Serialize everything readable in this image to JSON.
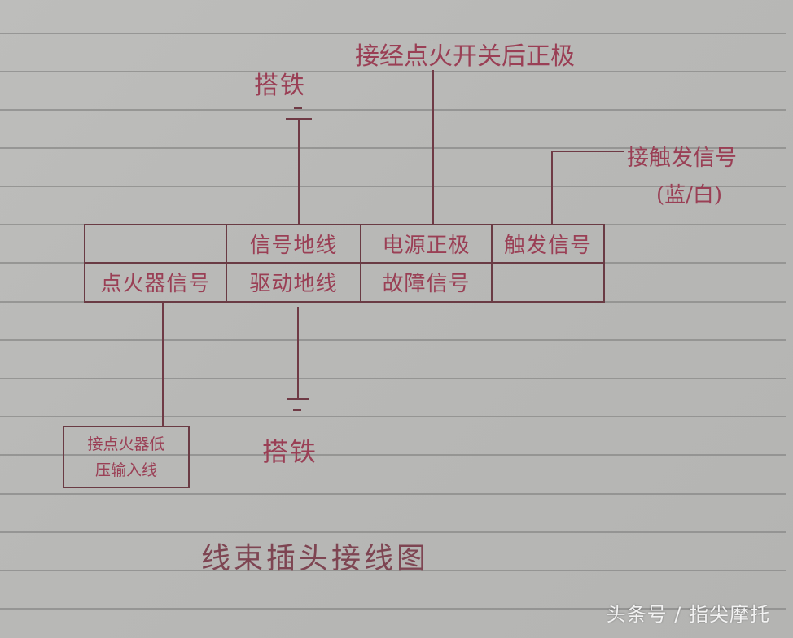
{
  "diagram": {
    "title": "线束插头接线图",
    "top_labels": {
      "ground_top": "搭铁",
      "ignition_switch_positive": "接经点火开关后正极",
      "trigger_signal": "接触发信号",
      "trigger_signal_color": "(蓝/白)"
    },
    "connector": {
      "rows": [
        [
          "",
          "信号地线",
          "电源正极",
          "触发信号"
        ],
        [
          "点火器信号",
          "驱动地线",
          "故障信号",
          ""
        ]
      ]
    },
    "bottom_labels": {
      "ground_bottom": "搭铁",
      "igniter_input_line1": "接点火器低",
      "igniter_input_line2": "压输入线"
    },
    "colors": {
      "ink": "#9a3f55",
      "wire": "#6f3a45",
      "paper": "#b9b9b7",
      "rule": "#8a8a88"
    }
  },
  "watermark": "头条号 / 指尖摩托"
}
